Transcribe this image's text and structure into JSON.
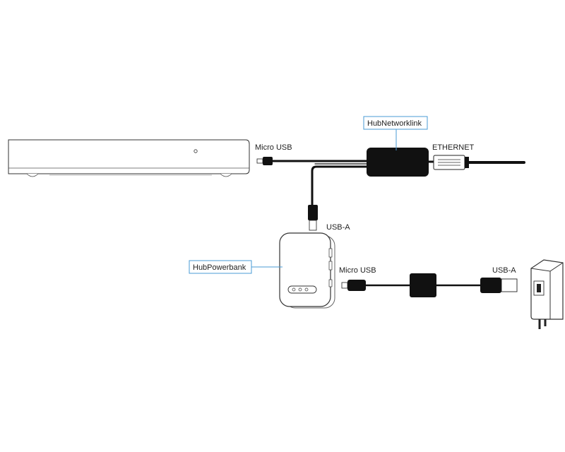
{
  "labels": {
    "micro_usb_top": "Micro USB",
    "ethernet": "ETHERNET",
    "usb_a_top": "USB-A",
    "micro_usb_bottom": "Micro USB",
    "usb_a_bottom": "USB-A"
  },
  "callouts": {
    "networklink": "HubNetworklink",
    "powerbank": "HubPowerbank"
  },
  "colors": {
    "callout": "#4a9bd6",
    "cable": "#111111",
    "outline": "#333333"
  }
}
